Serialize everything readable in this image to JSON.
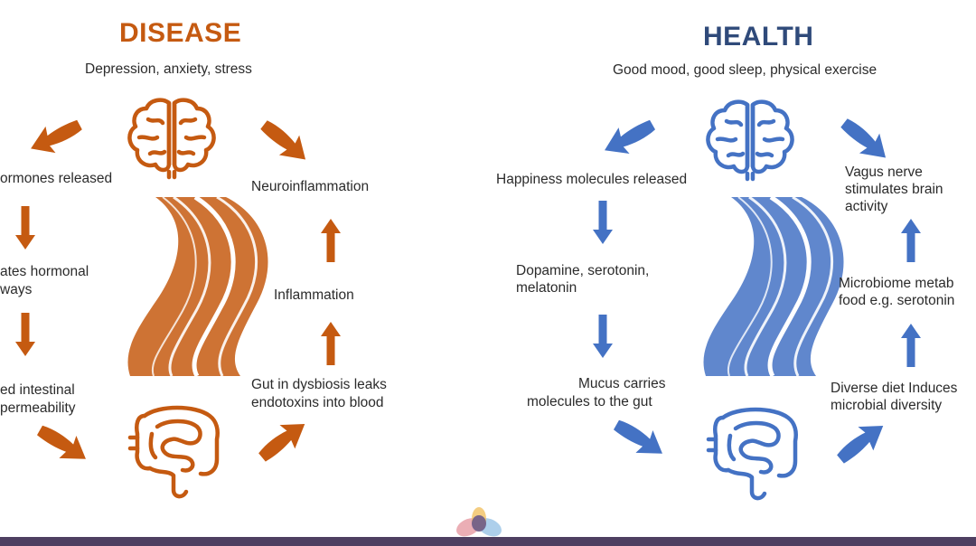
{
  "disease": {
    "title": "DISEASE",
    "subtitle": "Depression, anxiety, stress",
    "color": "#c55a11",
    "labels": {
      "hormones": "ormones released",
      "hormonal_line1": "ates hormonal",
      "hormonal_line2": "ways",
      "intestinal_line1": "ed intestinal",
      "intestinal_line2": "permeability",
      "neuroinflammation": "Neuroinflammation",
      "inflammation": "Inflammation",
      "gut_line1": "Gut in dysbiosis leaks",
      "gut_line2": "endotoxins into blood"
    }
  },
  "health": {
    "title": "HEALTH",
    "subtitle": "Good mood, good sleep, physical exercise",
    "color": "#4472c4",
    "labels": {
      "happiness": "Happiness molecules released",
      "dopamine_line1": "Dopamine, serotonin,",
      "dopamine_line2": "melatonin",
      "mucus_line1": "Mucus carries",
      "mucus_line2": "molecules to the gut",
      "vagus_line1": "Vagus nerve",
      "vagus_line2": "stimulates brain",
      "vagus_line3": "activity",
      "microbiome_line1": "Microbiome metab",
      "microbiome_line2": "food e.g. serotonin",
      "diet_line1": "Diverse diet Induces",
      "diet_line2": "microbial diversity"
    }
  },
  "icons": [
    "brain-icon",
    "intestine-icon",
    "road-icon",
    "curved-arrow-icon",
    "straight-arrow-icon",
    "lotus-logo-icon"
  ],
  "colors": {
    "footer": "#4e3f61",
    "text": "#2b2b2b"
  }
}
